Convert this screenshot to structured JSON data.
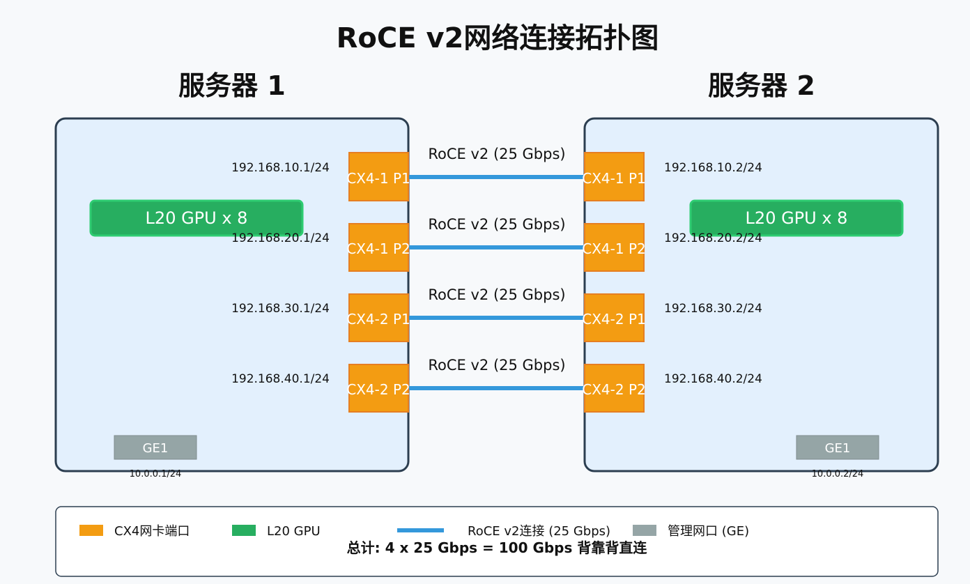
{
  "title": "RoCE v2网络连接拓扑图",
  "servers": [
    {
      "name": "服务器 1",
      "gpu_label": "L20 GPU x 8",
      "ports": [
        {
          "label": "CX4-1 P1",
          "ip": "192.168.10.1/24"
        },
        {
          "label": "CX4-1 P2",
          "ip": "192.168.20.1/24"
        },
        {
          "label": "CX4-2 P1",
          "ip": "192.168.30.1/24"
        },
        {
          "label": "CX4-2 P2",
          "ip": "192.168.40.1/24"
        }
      ],
      "mgmt": {
        "label": "GE1",
        "ip": "10.0.0.1/24"
      }
    },
    {
      "name": "服务器 2",
      "gpu_label": "L20 GPU x 8",
      "ports": [
        {
          "label": "CX4-1 P1",
          "ip": "192.168.10.2/24"
        },
        {
          "label": "CX4-1 P2",
          "ip": "192.168.20.2/24"
        },
        {
          "label": "CX4-2 P1",
          "ip": "192.168.30.2/24"
        },
        {
          "label": "CX4-2 P2",
          "ip": "192.168.40.2/24"
        }
      ],
      "mgmt": {
        "label": "GE1",
        "ip": "10.0.0.2/24"
      }
    }
  ],
  "links": [
    {
      "label": "RoCE v2 (25 Gbps)"
    },
    {
      "label": "RoCE v2 (25 Gbps)"
    },
    {
      "label": "RoCE v2 (25 Gbps)"
    },
    {
      "label": "RoCE v2 (25 Gbps)"
    }
  ],
  "legend": {
    "items": [
      {
        "label": "CX4网卡端口",
        "color": "#f39c12"
      },
      {
        "label": "L20 GPU",
        "color": "#27ae60"
      },
      {
        "label": "RoCE v2连接 (25 Gbps)",
        "color": "#3498db"
      },
      {
        "label": "管理网口 (GE)",
        "color": "#95a5a6"
      }
    ],
    "summary": "总计: 4 x 25 Gbps = 100 Gbps 背靠背直连"
  },
  "colors": {
    "server_fill": "#e3f0fd",
    "server_stroke": "#2c3e50",
    "port_fill": "#f39c12",
    "port_stroke": "#e67e22",
    "gpu_fill": "#27ae60",
    "gpu_stroke": "#2ecc71",
    "link": "#3498db",
    "mgmt_fill": "#95a5a6",
    "mgmt_stroke": "#7f8c8d"
  }
}
